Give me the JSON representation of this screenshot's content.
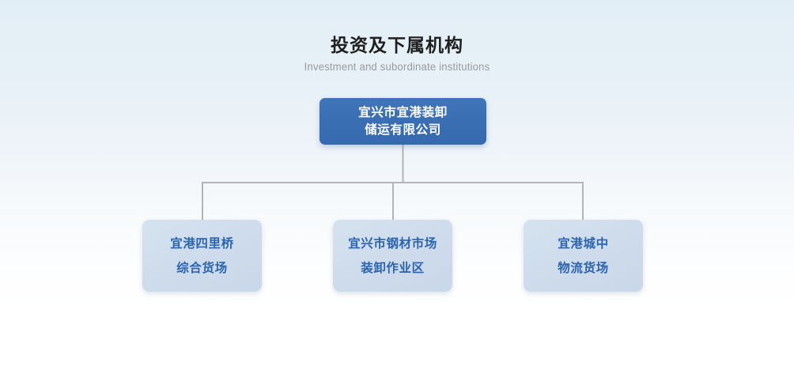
{
  "header": {
    "title": "投资及下属机构",
    "subtitle": "Investment and subordinate institutions"
  },
  "org_chart": {
    "root": {
      "lines": [
        "宜兴市宜港装卸",
        "储运有限公司"
      ],
      "fill_color": "#3a6eb3",
      "text_color": "#ffffff"
    },
    "children": [
      {
        "lines": [
          "宜港四里桥",
          "综合货场"
        ],
        "fill_color": "#cfdcec",
        "text_color": "#2b64ae"
      },
      {
        "lines": [
          "宜兴市钢材市场",
          "装卸作业区"
        ],
        "fill_color": "#cfdcec",
        "text_color": "#2b64ae"
      },
      {
        "lines": [
          "宜港城中",
          "物流货场"
        ],
        "fill_color": "#cfdcec",
        "text_color": "#2b64ae"
      }
    ],
    "connector_color": "#b4b4b4"
  },
  "colors": {
    "title": "#1f1f1f",
    "subtitle": "#9b9b9b",
    "background_top": "#e2eef6",
    "background_bottom": "#ffffff"
  }
}
